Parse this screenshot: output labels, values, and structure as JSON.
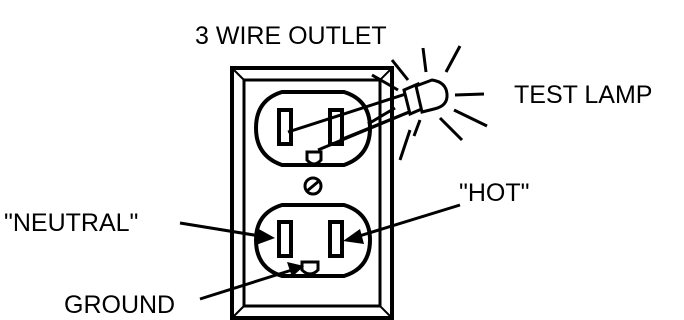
{
  "labels": {
    "title": "3 WIRE OUTLET",
    "test_lamp": "TEST LAMP",
    "hot": "\"HOT\"",
    "neutral": "\"NEUTRAL\"",
    "ground": "GROUND"
  }
}
